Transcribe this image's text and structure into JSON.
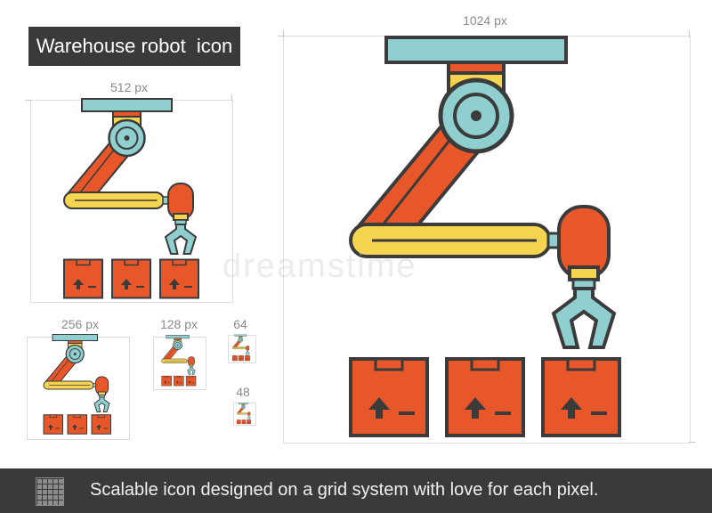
{
  "title": "Warehouse robot  icon",
  "sizes": {
    "s1024": "1024 px",
    "s512": "512 px",
    "s256": "256 px",
    "s128": "128 px",
    "s64": "64",
    "s48": "48"
  },
  "watermark": "dreamstime",
  "footer": {
    "text": "Scalable icon designed on a grid system with love for each pixel."
  },
  "icon_name": "warehouse-robot-icon",
  "colors": {
    "outline": "#3b3b3b",
    "arm_orange": "#e8572a",
    "arm_yellow": "#f5d44f",
    "teal": "#8fcfcf",
    "box_orange": "#e8572a",
    "footer_bg": "#3a3a3a"
  }
}
